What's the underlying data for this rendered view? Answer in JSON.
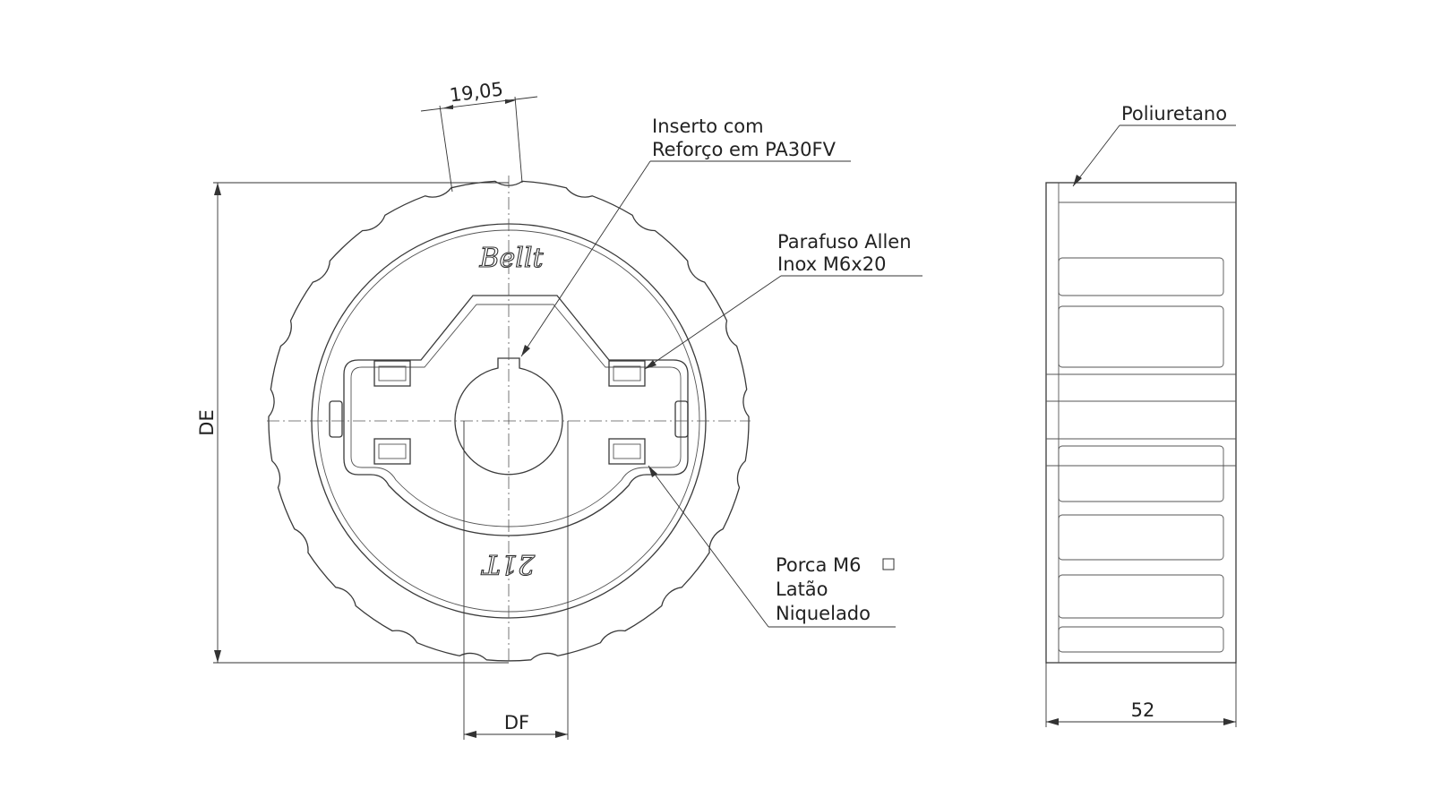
{
  "dimensions": {
    "pitch": "19,05",
    "outer_diameter": "DE",
    "bore_diameter": "DF",
    "width": "52"
  },
  "callouts": {
    "insert_line1": "Inserto com",
    "insert_line2": "Reforço em PA30FV",
    "screw_line1": "Parafuso Allen",
    "screw_line2": "Inox M6x20",
    "nut_line1": "Porca M6",
    "nut_line2": "Latão",
    "nut_line3": "Niquelado",
    "coating": "Poliuretano"
  },
  "markings": {
    "brand": "Bellt",
    "teeth": "21T"
  }
}
